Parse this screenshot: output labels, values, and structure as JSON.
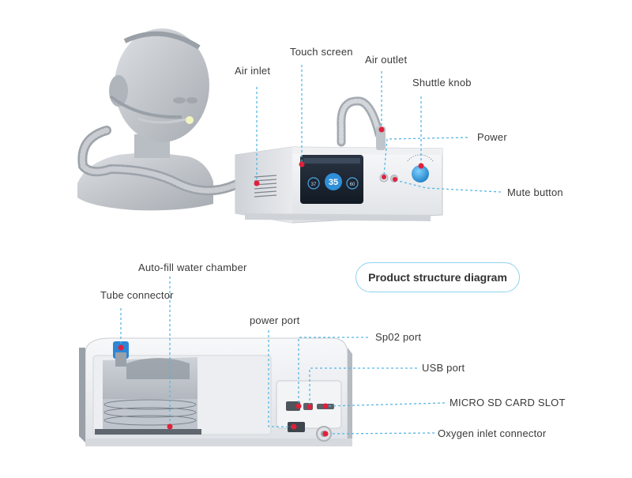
{
  "title": "Product structure diagram",
  "top_labels": {
    "air_inlet": "Air inlet",
    "touch_screen": "Touch screen",
    "air_outlet": "Air outlet",
    "shuttle_knob": "Shuttle knob",
    "power": "Power",
    "mute_button": "Mute button"
  },
  "bottom_labels": {
    "auto_fill": "Auto-fill water chamber",
    "tube_connector": "Tube connector",
    "power_port": "power port",
    "spo2_port": "Sp02 port",
    "usb_port": "USB port",
    "micro_sd": "MICRO SD CARD SLOT",
    "oxygen_inlet": "Oxygen inlet connector"
  },
  "screen": {
    "center_value": "35",
    "left_value": "37",
    "right_value": "60"
  },
  "colors": {
    "leader": "#56b6e6",
    "marker": "#e0213a",
    "knob": "#2fa6e8",
    "device": "#e9ebee"
  }
}
